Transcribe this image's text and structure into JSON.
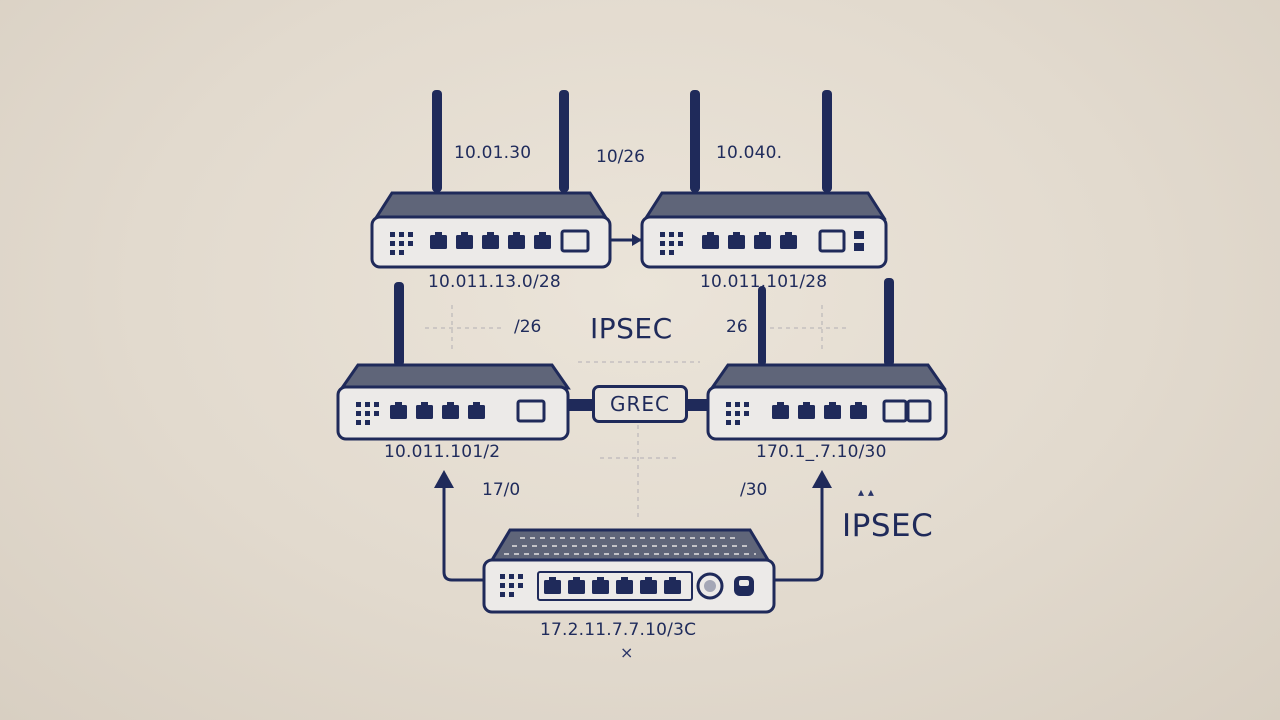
{
  "diagram": {
    "colors": {
      "background": "#e3dbcf",
      "stroke": "#1f2a5a",
      "chassis_top": "#5f6579",
      "port": "#1f2a5a"
    },
    "devices": {
      "router_top_left": {
        "label_above": "10.01.30",
        "label_below": "10.011.13.0/28"
      },
      "router_top_right": {
        "label_above": "10.040.",
        "label_below": "10.011.101/28"
      },
      "router_mid_left": {
        "label_below": "10.011.101/2"
      },
      "router_mid_right": {
        "label_below": "170.1_.7.10/30"
      },
      "switch_bottom": {
        "label_below": "17.2.11.7.7.10/3C"
      }
    },
    "link_labels": {
      "top_mask": "10/26",
      "mid_left_mask": "/26",
      "mid_right_mask": "26",
      "lower_left_mask": "17/0",
      "lower_right_mask": "/30"
    },
    "tunnels": {
      "center_label": "IPSEC",
      "side_label": "IPSEC",
      "gre_box": "GREC"
    },
    "marks": {
      "bottom_x": "×"
    },
    "icons": [
      "router-icon",
      "switch-icon",
      "antenna-icon",
      "arrow-up-icon"
    ]
  }
}
